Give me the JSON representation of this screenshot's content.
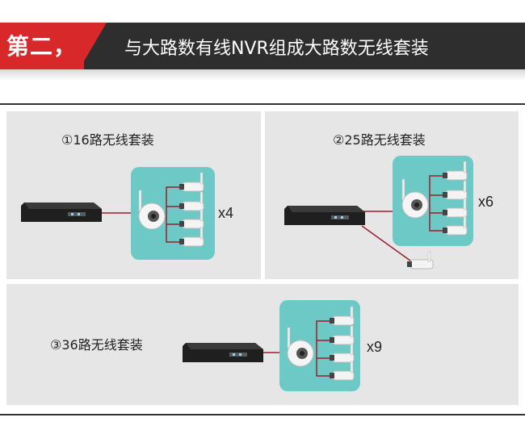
{
  "header": {
    "step_label": "第二，",
    "title": "与大路数有线NVR组成大路数无线套装",
    "colors": {
      "accent": "#d8282a",
      "bar": "#2e2e2e"
    }
  },
  "kits": [
    {
      "label": "①16路无线套装",
      "multiplier": "x4"
    },
    {
      "label": "②25路无线套装",
      "multiplier": "x6"
    },
    {
      "label": "③36路无线套装",
      "multiplier": "x9"
    }
  ],
  "icons": [
    "nvr-recorder-icon",
    "wifi-dome-camera-icon",
    "bullet-camera-icon"
  ]
}
